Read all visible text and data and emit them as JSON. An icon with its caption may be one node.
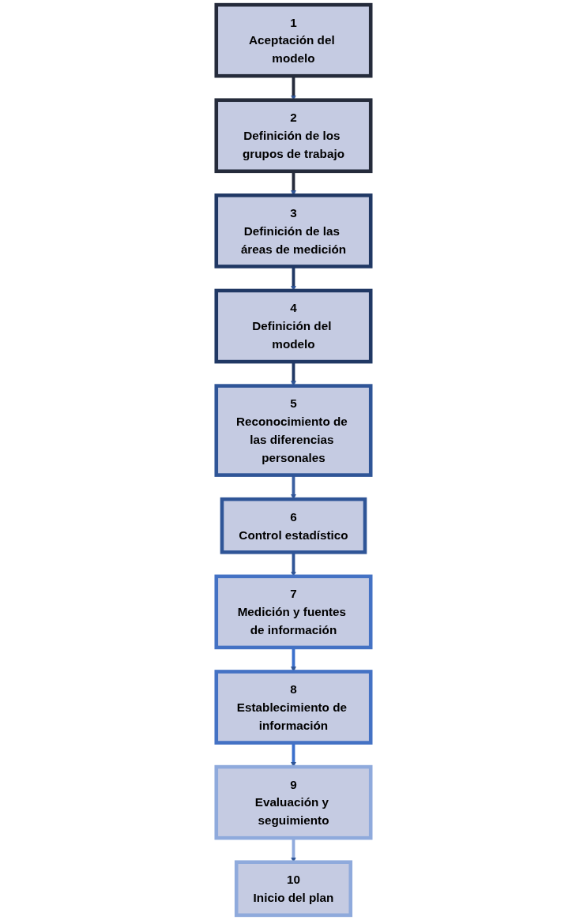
{
  "diagram": {
    "nodes": [
      {
        "text": [
          "1",
          "Aceptación del modelo"
        ]
      },
      {
        "text": [
          "2",
          "Definición de los grupos de trabajo"
        ]
      },
      {
        "text": [
          "3",
          "Definición de las áreas de medición"
        ]
      },
      {
        "text": [
          "4",
          "Definición del modelo"
        ]
      },
      {
        "text": [
          "5",
          "Reconocimiento de las diferencias personales"
        ]
      },
      {
        "text": [
          "6",
          "Control estadístico"
        ]
      },
      {
        "text": [
          "7",
          "Medición y fuentes de información"
        ]
      },
      {
        "text": [
          "8",
          "Establecimiento de información"
        ]
      },
      {
        "text": [
          "9",
          "Evaluación y seguimiento"
        ]
      },
      {
        "text": [
          "10",
          "Inicio del plan"
        ]
      }
    ],
    "edges": [
      {
        "from": 0,
        "to": 1,
        "arrow": "to",
        "color": "#252b3b"
      },
      {
        "from": 1,
        "to": 2,
        "arrow": "to",
        "color": "#252b3b"
      },
      {
        "from": 2,
        "to": 3,
        "arrow": "to",
        "color": "#203864"
      },
      {
        "from": 3,
        "to": 4,
        "arrow": "to",
        "color": "#203864"
      },
      {
        "from": 4,
        "to": 5,
        "arrow": "to",
        "color": "#3a5fa0"
      },
      {
        "from": 5,
        "to": 6,
        "arrow": "to",
        "color": "#2f5597"
      },
      {
        "from": 6,
        "to": 7,
        "arrow": "to",
        "color": "#3a6fcc"
      },
      {
        "from": 7,
        "to": 8,
        "arrow": "to",
        "color": "#3a6fcc"
      },
      {
        "from": 8,
        "to": 9,
        "arrow": "to",
        "color": "#8faadc"
      }
    ]
  }
}
